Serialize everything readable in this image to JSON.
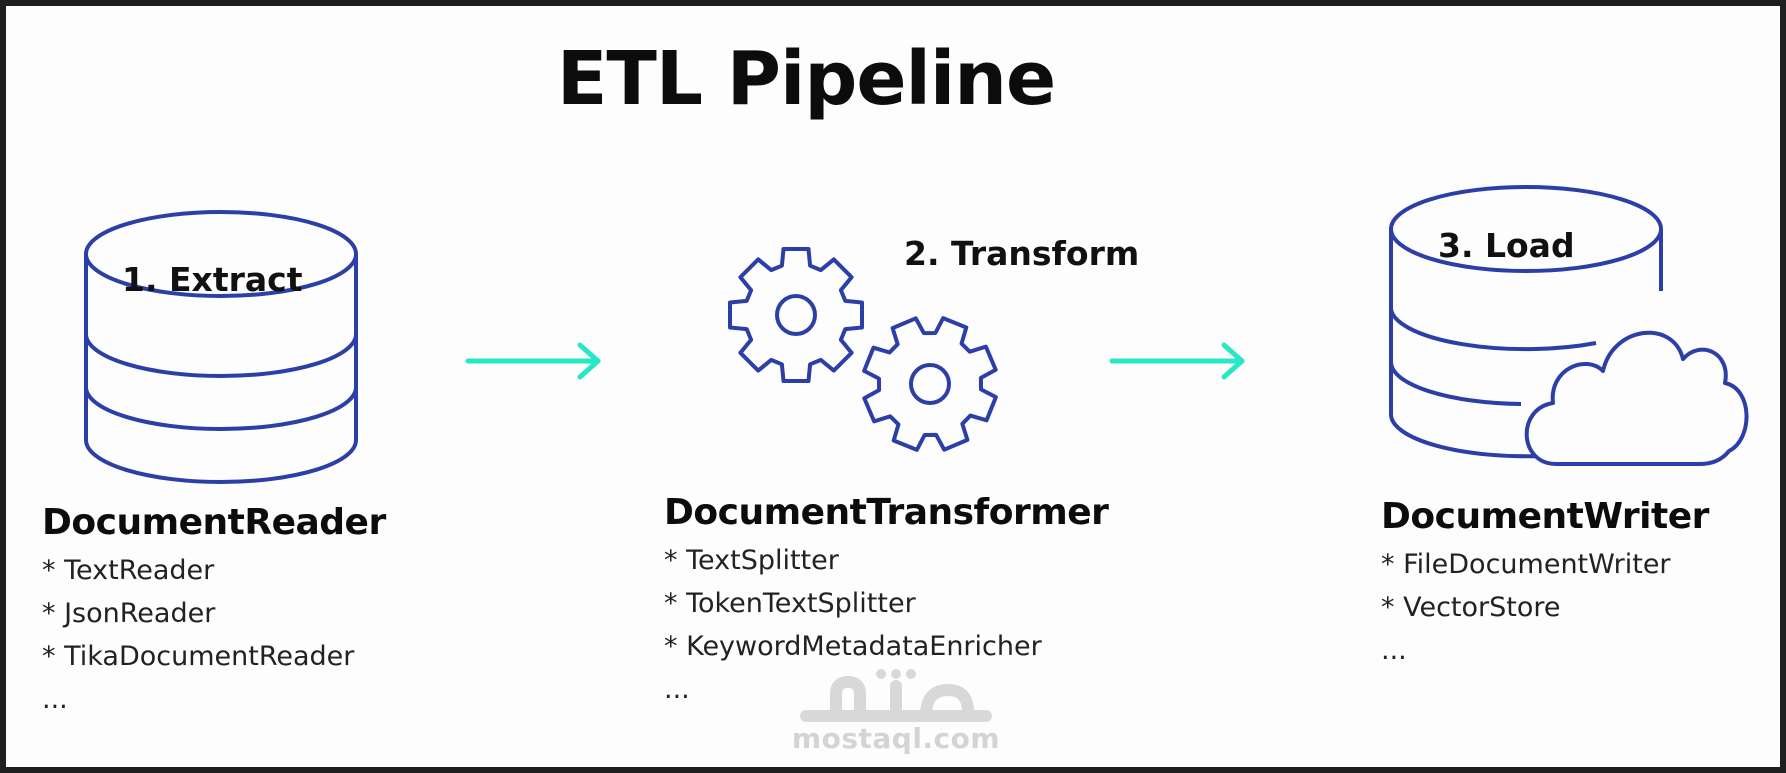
{
  "title": "ETL Pipeline",
  "stages": [
    {
      "label": "1. Extract",
      "heading": "DocumentReader",
      "items": [
        "* TextReader",
        "* JsonReader",
        "* TikaDocumentReader",
        "..."
      ]
    },
    {
      "label": "2. Transform",
      "heading": "DocumentTransformer",
      "items": [
        "* TextSplitter",
        "* TokenTextSplitter",
        "* KeywordMetadataEnricher",
        "..."
      ]
    },
    {
      "label": "3. Load",
      "heading": "DocumentWriter",
      "items": [
        "* FileDocumentWriter",
        "* VectorStore",
        "..."
      ]
    }
  ],
  "watermark": "mostaql.com",
  "colors": {
    "icon_stroke": "#2b3fa6",
    "arrow": "#27e8c4",
    "background": "#fdfdfd",
    "border": "#1f1f1f"
  }
}
